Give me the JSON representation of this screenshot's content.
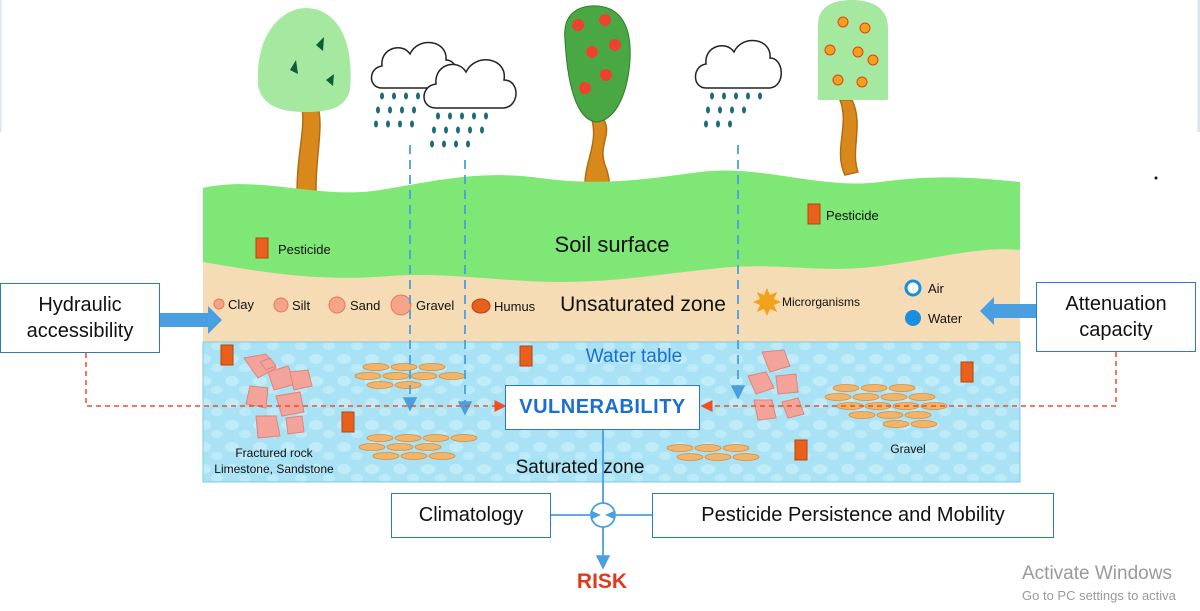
{
  "soil": {
    "surface": "Soil surface",
    "unsaturated": "Unsaturated zone",
    "water_table": "Water table",
    "saturated": "Saturated zone"
  },
  "labels": {
    "pesticide_left": "Pesticide",
    "pesticide_right": "Pesticide",
    "fractured_line1": "Fractured rock",
    "fractured_line2": "Limestone, Sandstone",
    "gravel": "Gravel"
  },
  "particles": {
    "clay": "Clay",
    "silt": "Silt",
    "sand": "Sand",
    "gravel": "Gravel",
    "humus": "Humus",
    "microorganisms": "Microrganisms",
    "air": "Air",
    "water": "Water"
  },
  "boxes": {
    "hydraulic_line1": "Hydraulic",
    "hydraulic_line2": "accessibility",
    "attenuation_line1": "Attenuation",
    "attenuation_line2": "capacity",
    "vulnerability": "VULNERABILITY",
    "climatology": "Climatology",
    "persistence": "Pesticide Persistence and Mobility",
    "risk": "RISK"
  },
  "watermark": {
    "title": "Activate Windows",
    "subtitle": "Go to PC settings to activa"
  },
  "colors": {
    "grass": "#7ee876",
    "sand": "#f5dcb4",
    "water": "#a9e3f5",
    "arrow_blue": "#4a9fe0",
    "arrow_red": "#f04e23",
    "pesticide": "#e8601c"
  }
}
